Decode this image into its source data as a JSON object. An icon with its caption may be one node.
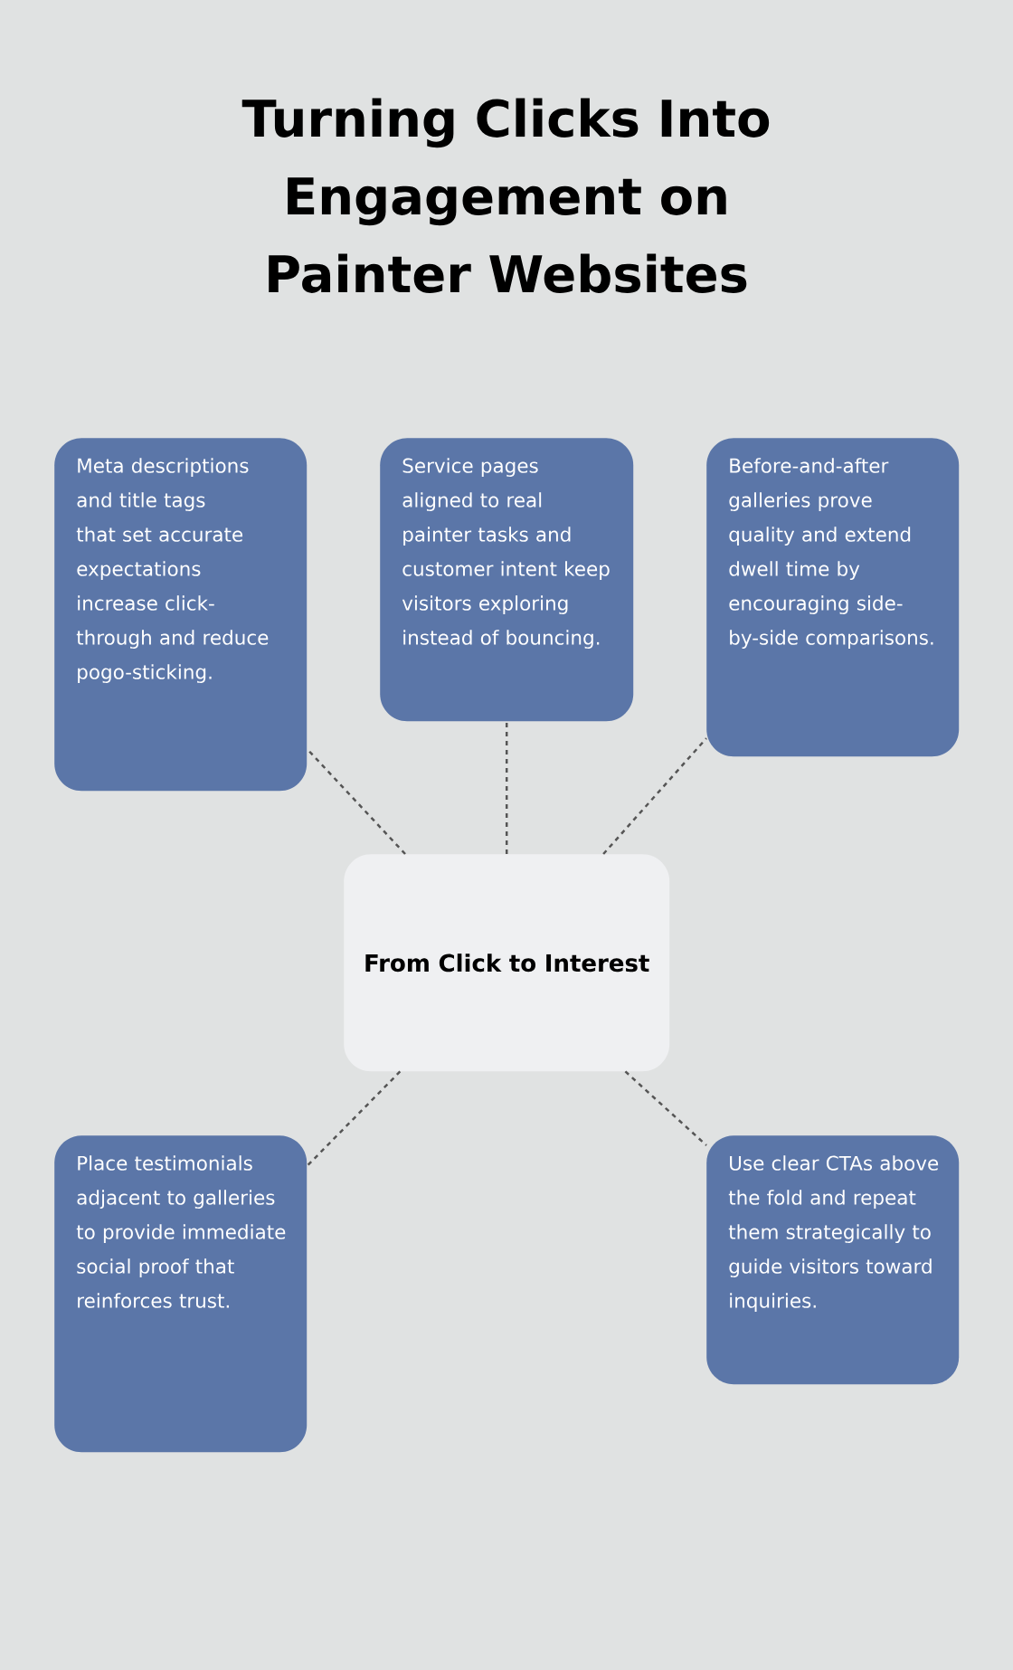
{
  "diagram": {
    "title": "Turning Clicks Into Engagement on Painter Websites",
    "nodes": [
      {
        "text": [
          "Meta descriptions and title tags that set accurate expectations increase click-through and reduce pogo-sticking."
        ]
      },
      {
        "text": [
          "Service pages aligned to real painter tasks and customer intent keep visitors exploring instead of bouncing."
        ]
      },
      {
        "text": [
          "Before-and-after galleries prove quality and extend dwell time by encouraging side-by-side comparisons."
        ]
      },
      {
        "text": [
          "From Click to Interest"
        ]
      },
      {
        "text": [
          "Place testimonials adjacent to galleries to provide immediate social proof that reinforces trust."
        ]
      },
      {
        "text": [
          "Use clear CTAs above the fold and repeat them strategically to guide visitors toward inquiries."
        ]
      }
    ],
    "edges": [
      {
        "from": 3,
        "to": 0,
        "arrow": "none",
        "style": "dashed"
      },
      {
        "from": 3,
        "to": 1,
        "arrow": "none",
        "style": "dashed"
      },
      {
        "from": 3,
        "to": 2,
        "arrow": "none",
        "style": "dashed"
      },
      {
        "from": 3,
        "to": 4,
        "arrow": "none",
        "style": "dashed"
      },
      {
        "from": 3,
        "to": 5,
        "arrow": "none",
        "style": "dashed"
      }
    ]
  }
}
